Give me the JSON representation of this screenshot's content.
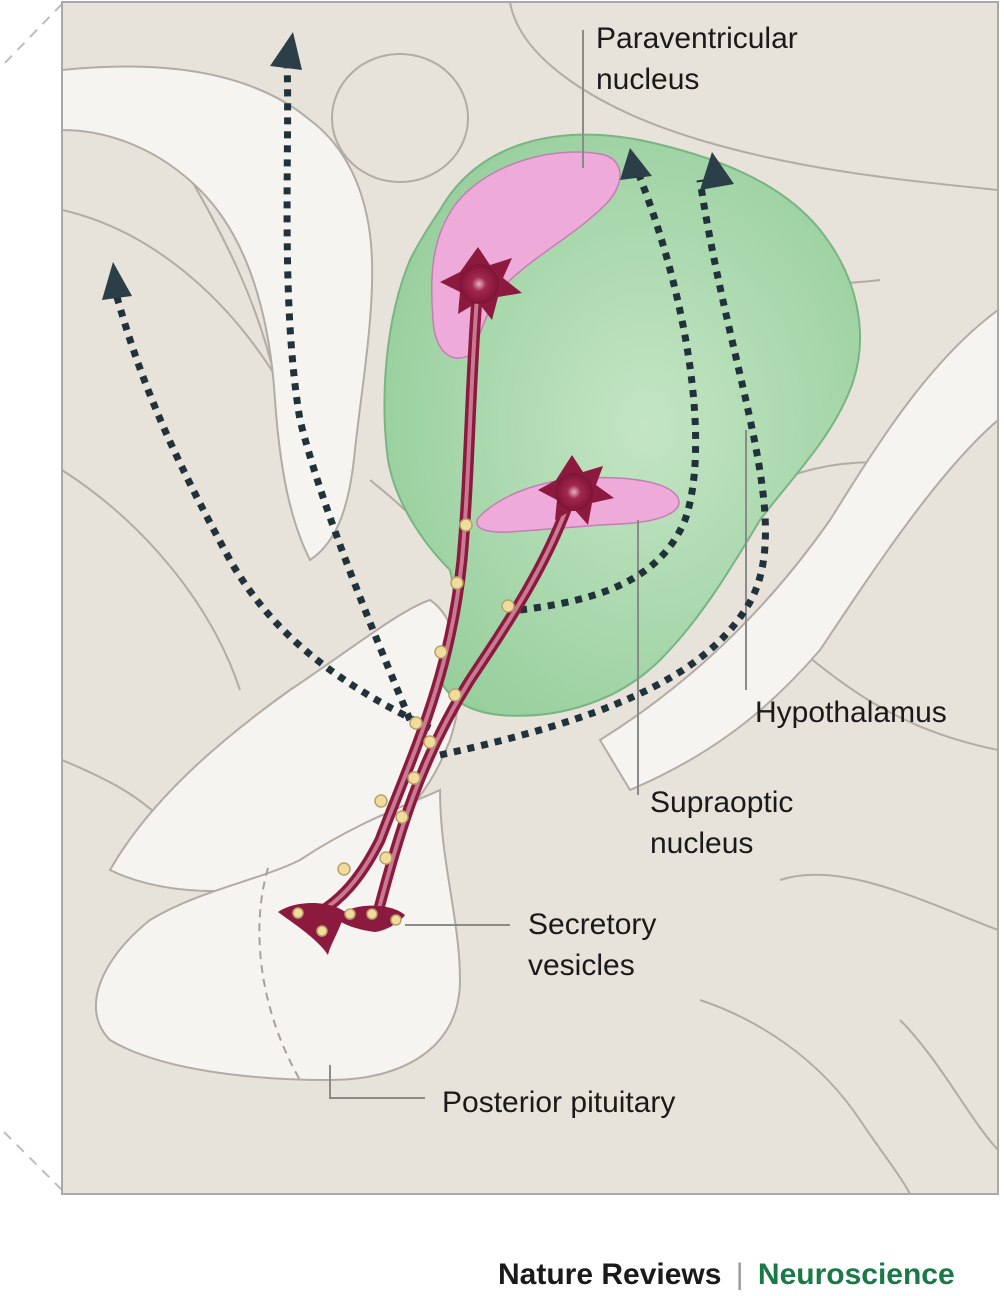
{
  "labels": {
    "paraventricular": [
      "Paraventricular",
      "nucleus"
    ],
    "hypothalamus": "Hypothalamus",
    "supraoptic": [
      "Supraoptic",
      "nucleus"
    ],
    "secretory": [
      "Secretory",
      "vesicles"
    ],
    "pituitary": "Posterior pituitary"
  },
  "credit": {
    "journal": "Nature Reviews",
    "separator": "|",
    "section": "Neuroscience"
  },
  "colors": {
    "background_tissue": "#e7e2da",
    "pale_tract": "#f6f4f0",
    "hypothalamus_green": "#9fd3a4",
    "nucleus_pink": "#eeaad9",
    "neuron": "#8c1a3e",
    "vesicle": "#f2dc9c",
    "arrow": "#2d4049",
    "journal_text": "#1a1a1a",
    "section_text": "#1a7a46"
  },
  "icons": [
    "neuron-cell-body-icon",
    "secretory-vesicle-icon",
    "dotted-arrow-icon"
  ]
}
